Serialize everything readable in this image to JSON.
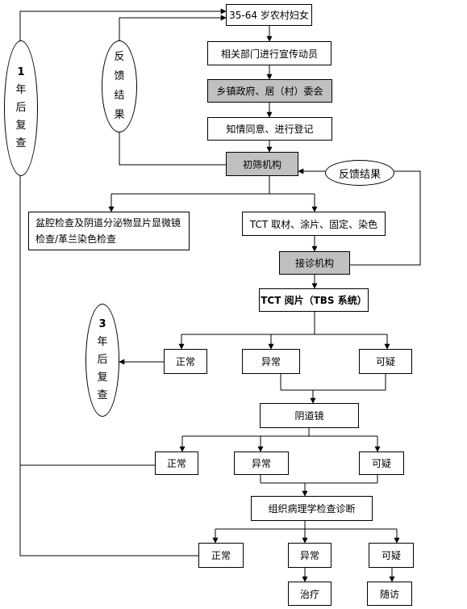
{
  "flow": {
    "start": "35-64 岁农村妇女",
    "mobilize": "相关部门进行宣传动员",
    "government": "乡镇政府、居（村）委会",
    "consent": "知情同意、进行登记",
    "screening": "初筛机构",
    "pelvic": "盆腔检查及阴道分泌物显片显微镜检查/革兰染色检查",
    "tct_sampling": "TCT 取材、涂片、固定、染色",
    "receiving": "接诊机构",
    "tct_reading": "TCT 阅片（TBS 系统）",
    "normal_1": "正常",
    "abnormal_1": "异常",
    "suspicious_1": "可疑",
    "colposcopy": "阴道镜",
    "normal_2": "正常",
    "abnormal_2": "异常",
    "suspicious_2": "可疑",
    "pathology": "组织病理学检查诊断",
    "normal_3": "正常",
    "abnormal_3": "异常",
    "suspicious_3": "可疑",
    "treatment": "治疗",
    "followup": "随访"
  },
  "ellipses": {
    "feedback_vertical": "反馈结果",
    "feedback_horizontal": "反馈结果",
    "recheck_1yr_num": "1",
    "recheck_1yr_text": "年后复查",
    "recheck_3yr_num": "3",
    "recheck_3yr_text": "年后复查"
  }
}
